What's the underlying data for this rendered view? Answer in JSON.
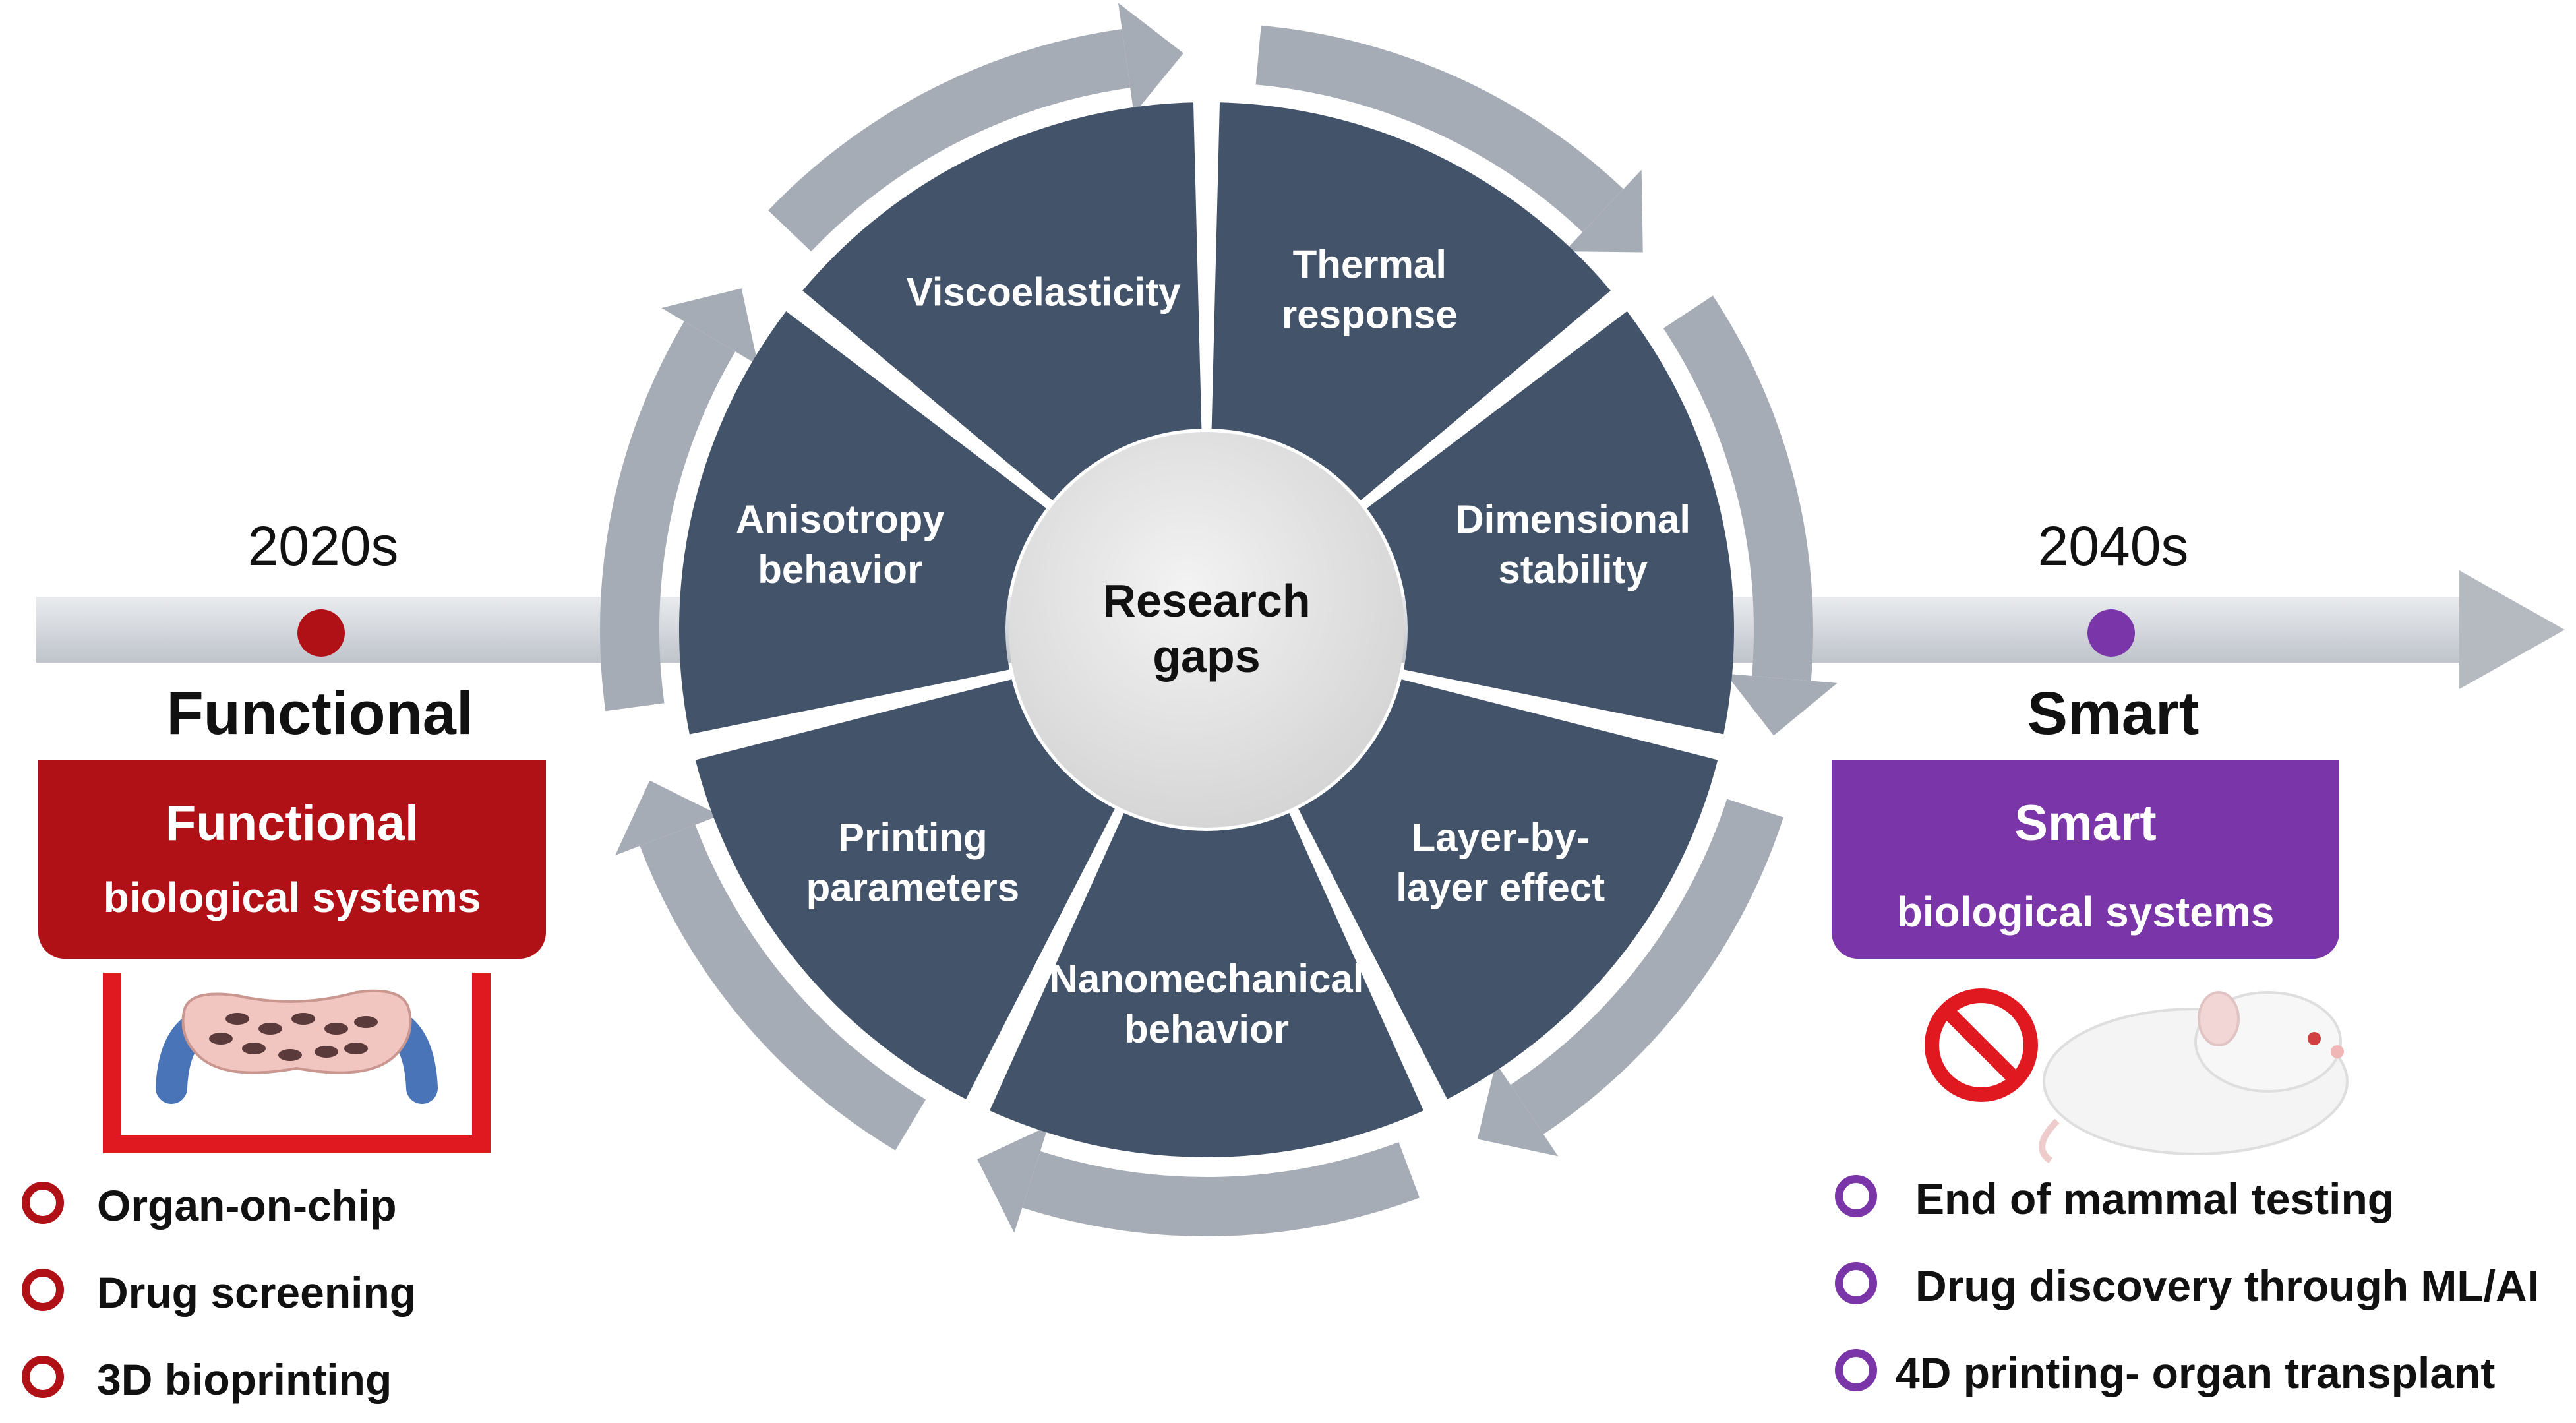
{
  "timeline": {
    "left": {
      "year": "2020s",
      "label": "Functional",
      "color": "#b01117",
      "box_title": "Functional",
      "box_subtitle": "biological systems",
      "items": [
        "Organ-on-chip",
        "Drug screening",
        "3D bioprinting"
      ]
    },
    "right": {
      "year": "2040s",
      "label": "Smart",
      "color": "#7a35a8",
      "box_title": "Smart",
      "box_subtitle": "biological systems",
      "items": [
        "End of mammal testing",
        "Drug discovery through ML/AI",
        "4D printing- organ transplant"
      ]
    }
  },
  "wheel": {
    "center": [
      "Research",
      "gaps"
    ],
    "segments": [
      {
        "line1": "Viscoelasticity",
        "line2": ""
      },
      {
        "line1": "Thermal",
        "line2": "response"
      },
      {
        "line1": "Dimensional",
        "line2": "stability"
      },
      {
        "line1": "Layer-by-",
        "line2": "layer effect"
      },
      {
        "line1": "Nanomechanical",
        "line2": "behavior"
      },
      {
        "line1": "Printing",
        "line2": "parameters"
      },
      {
        "line1": "Anisotropy",
        "line2": "behavior"
      }
    ],
    "colors": {
      "segment": "#43536a",
      "arrow": "#a6acb5",
      "hub": "#e6e6e6"
    }
  },
  "icons": {
    "left": "organ-on-chip-icon",
    "right": "no-animal-testing-icon"
  }
}
